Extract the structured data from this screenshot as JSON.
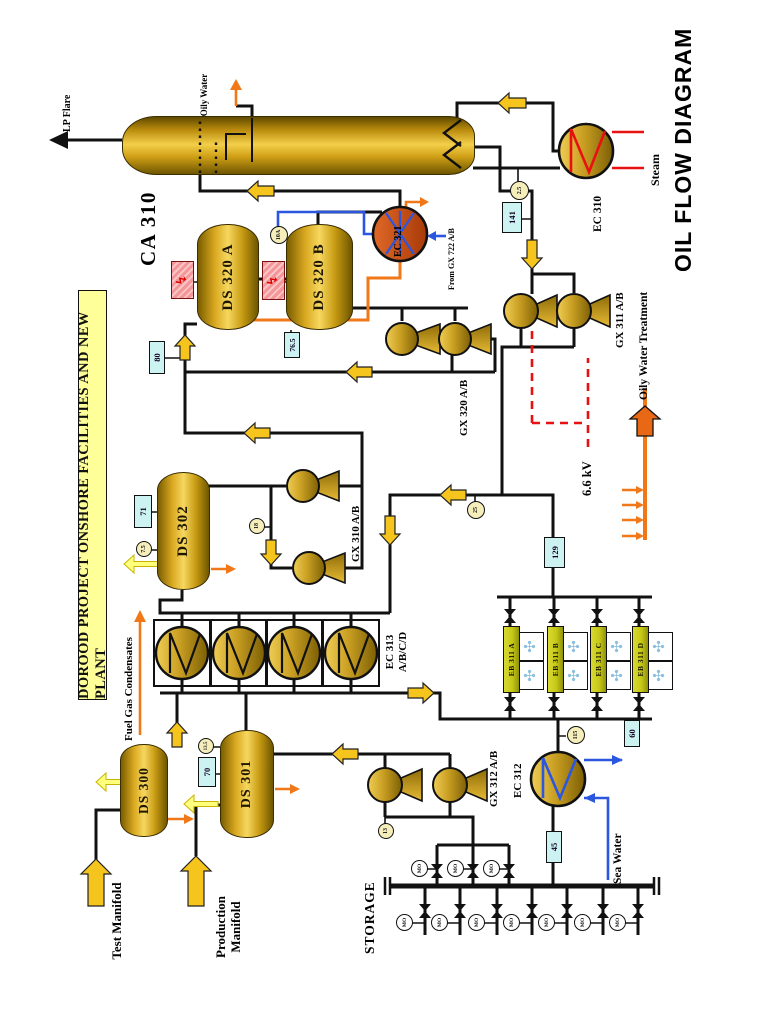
{
  "title": "OIL FLOW DIAGRAM",
  "banner": "DOROOD PROJECT ONSHORE FACILITIES AND NEW PLANT",
  "equipment": {
    "column": "CA 310",
    "ds300": "DS 300",
    "ds301": "DS 301",
    "ds302": "DS 302",
    "ds320a": "DS 320 A",
    "ds320b": "DS 320 B",
    "ec310": "EC 310",
    "ec312": "EC 312",
    "ec313_name": "EC 313",
    "ec313_units": "A/B/C/D",
    "ec321": "EC 321",
    "gx310": "GX 310 A/B",
    "gx311": "GX 311 A/B",
    "gx312": "GX 312 A/B",
    "gx320": "GX 320 A/B",
    "eb311": [
      "EB 311 A",
      "EB 311 B",
      "EB 311 C",
      "EB 311 D"
    ]
  },
  "labels": {
    "lp_flare": "LP Flare",
    "oily_water": "Oily Water",
    "steam": "Steam",
    "sea_water": "Sea Water",
    "from_gx722": "From GX 722 A/B",
    "fuel_gas": "Fuel Gas Condensates",
    "oily_water_treatment": "Oily Water Treatment",
    "voltage": "6.6 kV",
    "storage": "STORAGE",
    "test_manifold": "Test Manifold",
    "production_manifold": "Production Manifold"
  },
  "tags": {
    "t141": "141",
    "t80": "80",
    "t76_5": "76.5",
    "t71": "71",
    "t70": "70",
    "t129": "129",
    "t60": "60",
    "t45": "45",
    "c10a": "10A",
    "c2_5": "2.5",
    "c25": "25",
    "c18": "18",
    "c7_5": "7.5",
    "c13_5": "13.5",
    "c115": "115",
    "c13": "13",
    "mo": "MO"
  },
  "icons": {
    "fan": "✣",
    "lightning": "↯"
  },
  "colors": {
    "pipe": "#111111",
    "gold": "#f2c51d",
    "orange": "#f07818",
    "red": "#ee1111",
    "blue": "#2b56e0",
    "tag_teal": "#ccf2f2",
    "tag_cream": "#f5eebb",
    "banner_yellow": "#ffff99"
  }
}
